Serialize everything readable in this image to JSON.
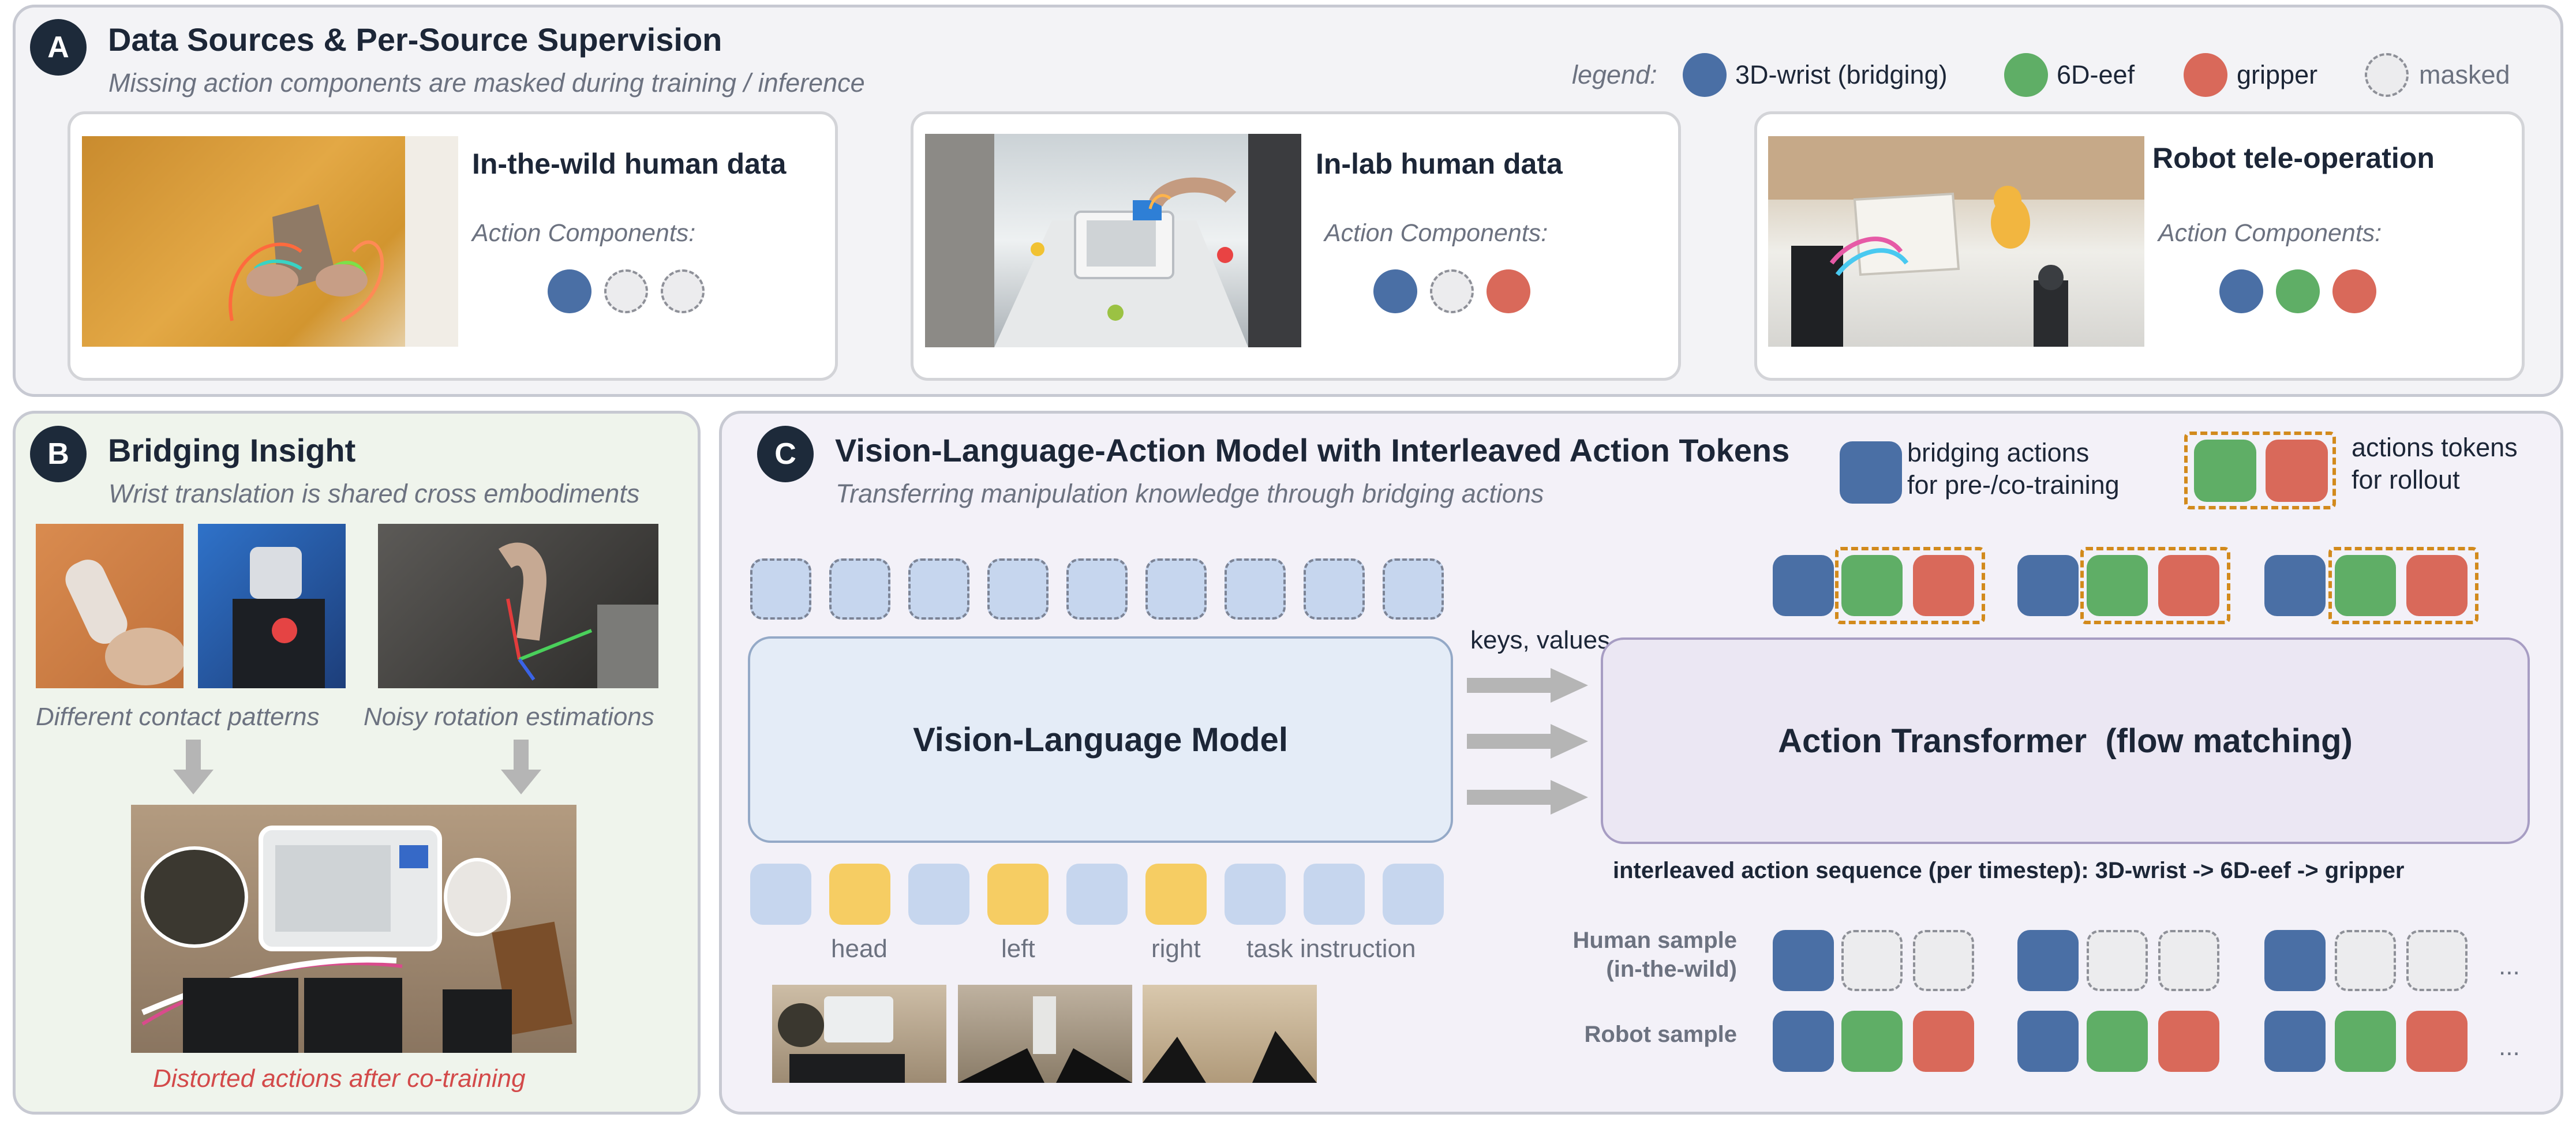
{
  "colors": {
    "wrist": "#4a6fa5",
    "eef": "#5fae66",
    "gripper": "#d9695a",
    "masked_fill": "#ececee",
    "masked_border": "#8e9098",
    "vlm_token": "#c6d6ee",
    "view_token": "#f6cd63",
    "vlm_box": "#e4ecf7",
    "act_box": "#ebe7f3",
    "dash_box": "#d28a1c",
    "distorted_text": "#d34a4a"
  },
  "panelA": {
    "badge": "A",
    "title": "Data Sources & Per-Source Supervision",
    "subtitle": "Missing action components are masked during training / inference",
    "legend": {
      "label": "legend:",
      "items": [
        {
          "text": "3D-wrist (bridging)",
          "kind": "wrist"
        },
        {
          "text": "6D-eef",
          "kind": "eef"
        },
        {
          "text": "gripper",
          "kind": "gripper"
        },
        {
          "text": "masked",
          "kind": "masked"
        }
      ]
    },
    "cards": [
      {
        "title": "In-the-wild human data",
        "label": "Action Components:",
        "components": [
          "wrist",
          "masked",
          "masked"
        ]
      },
      {
        "title": "In-lab human data",
        "label": "Action Components:",
        "components": [
          "wrist",
          "masked",
          "gripper"
        ]
      },
      {
        "title": "Robot tele-operation",
        "label": "Action Components:",
        "components": [
          "wrist",
          "eef",
          "gripper"
        ]
      }
    ]
  },
  "panelB": {
    "badge": "B",
    "title": "Bridging Insight",
    "subtitle": "Wrist translation is shared cross embodiments",
    "caption_left": "Different contact patterns",
    "caption_right": "Noisy rotation estimations",
    "caption_bottom": "Distorted actions after co-training"
  },
  "panelC": {
    "badge": "C",
    "title": "Vision-Language-Action Model with Interleaved Action Tokens",
    "subtitle": "Transferring manipulation knowledge through bridging actions",
    "legend_bridging": "bridging actions\nfor pre-/co-training",
    "legend_rollout": "actions tokens\nfor rollout",
    "vlm_label": "Vision-Language Model",
    "action_label": "Action Transformer  (flow matching)",
    "kv_label": "keys, values",
    "interleaved_label": "interleaved action sequence  (per timestep):  3D-wrist  ->  6D-eef  ->  gripper",
    "input_tokens": [
      "blue",
      "yellow",
      "blue",
      "yellow",
      "blue",
      "yellow",
      "blue",
      "blue",
      "blue"
    ],
    "token_labels": {
      "head": "head",
      "left": "left",
      "right": "right",
      "task": "task instruction"
    },
    "human_sample": "Human sample\n(in-the-wild)",
    "robot_sample": "Robot sample",
    "ellipsis": "..."
  }
}
